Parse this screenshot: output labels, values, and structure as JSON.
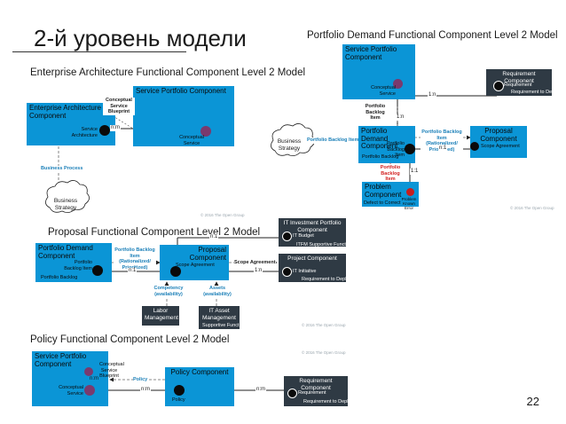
{
  "title": "2-й уровень модели",
  "page_number": "22",
  "sections": {
    "ea": "Enterprise Architecture Functional Component Level 2 Model",
    "proposal": "Proposal Functional Component Level 2 Model",
    "policy": "Policy Functional Component Level 2 Model",
    "pd": "Portfolio Demand Functional Component Level 2 Model"
  },
  "copyright": "© 2016 The Open Group",
  "ea": {
    "ea_component": "Enterprise Architecture Component",
    "service_architecture": "Service Architecture",
    "service_portfolio": "Service Portfolio Component",
    "conceptual_service": "Conceptual Service",
    "conceptual_blueprint": "Conceptual Service Blueprint",
    "mult": "n:m",
    "business_process": "Business Process",
    "business_strategy": "Business Strategy"
  },
  "pd": {
    "service_portfolio": "Service Portfolio Component",
    "conceptual_service": "Conceptual Service",
    "requirement_component": "Requirement Component",
    "requirement": "Requirement",
    "requirement_to_deploy": "Requirement to Deploy",
    "mult_1n": "1:n",
    "portfolio_backlog_item_label": "Portfolio Backlog Item",
    "mult_1n_b": "1:n",
    "portfolio_demand": "Portfolio Demand Component",
    "portfolio_backlog_item": "Portfolio Backlog Item",
    "portfolio_backlog": "Portfolio Backlog",
    "business_strategy": "Business Strategy",
    "backlog_item_flow": "Portfolio Backlog Item",
    "backlog_rationalized": "Portfolio Backlog Item (Rationalized/ Prioritized)",
    "proposal_component": "Proposal Component",
    "scope_agreement": "Scope Agreement",
    "mult_n1": "n:1",
    "pbi_red": "Portfolio Backlog Item",
    "mult_1_1": "1:1",
    "problem_component": "Problem Component",
    "defect_to_correct": "Defect to Correct",
    "problem_known_error": "Problem Known Error"
  },
  "proposal": {
    "portfolio_demand": "Portfolio Demand Component",
    "portfolio_backlog_item": "Portfolio Backlog Item",
    "portfolio_backlog": "Portfolio Backlog",
    "backlog_rationalized": "Portfolio Backlog Item (Rationalized/ Prioritized)",
    "mult_n1": "n:1",
    "proposal_component": "Proposal Component",
    "scope_agreement_inner": "Scope Agreement",
    "scope_agreement_flow": "Scope Agreement",
    "mult_1n": "1:n",
    "it_investment": "IT Investment Portfolio Component",
    "it_budget": "IT Budget",
    "itfm_function": "ITFM Supportive Function",
    "mult_n1_top": "n:1",
    "project_component": "Project Component",
    "it_initiative": "IT Initiative",
    "requirement_to_deploy": "Requirement to Deploy",
    "competency": "Competency (availability)",
    "assets": "Assets (availability)",
    "labor_management": "Labor Management",
    "it_asset_management": "IT Asset Management",
    "supportive_function": "Supportive Function"
  },
  "policy": {
    "service_portfolio": "Service Portfolio Component",
    "conceptual_blueprint": "Conceptual Service Blueprint",
    "mult_nm": "n:m",
    "conceptual_service": "Conceptual Service",
    "policy_flow": "Policy",
    "policy_component": "Policy Component",
    "policy": "Policy",
    "mult_nm_left": "n:m",
    "mult_nm_right": "n:m",
    "requirement_component": "Requirement Component",
    "requirement": "Requirement",
    "requirement_to_deploy": "Requirement to Deploy"
  },
  "colors": {
    "component_blue": "#0b95d6",
    "dark_box": "#2f3a44",
    "data_object": "#0a0a0a",
    "purple_object": "#7a3a6e",
    "red_object": "#c81e1e",
    "flow_label_blue": "#1a7fb8",
    "flow_label_red": "#d22020"
  }
}
